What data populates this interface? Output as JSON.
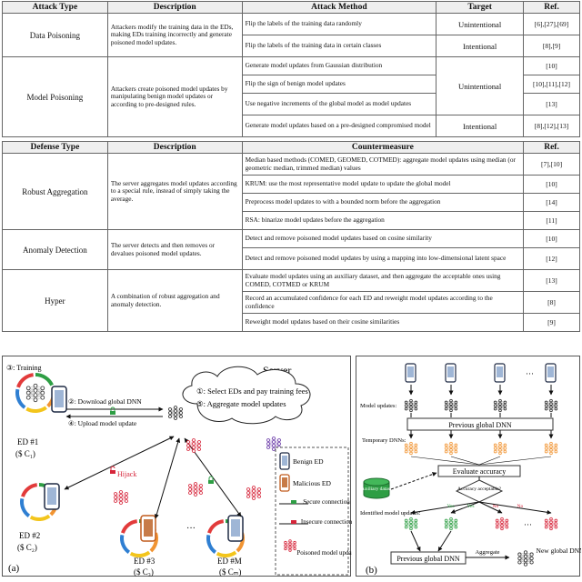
{
  "attack_table": {
    "headers": [
      "Attack Type",
      "Description",
      "Attack Method",
      "Target",
      "Ref."
    ],
    "groups": [
      {
        "type": "Data Poisoning",
        "description": "Attackers modify the training data in the EDs, making EDs training incorrectly and generate poisoned model updates.",
        "rows": [
          {
            "method": "Flip the labels of the training data randomly",
            "target": "Unintentional",
            "ref": "[6],[27],[69]"
          },
          {
            "method": "Flip the labels of the training data in certain classes",
            "target": "Intentional",
            "ref": "[8],[9]"
          }
        ]
      },
      {
        "type": "Model Poisoning",
        "description": "Attackers create poisoned model updates by manipulating benign model updates or according to pre-designed rules.",
        "rows": [
          {
            "method": "Generate model updates from Gaussian distribution",
            "target": "Unintentional",
            "ref": "[10]"
          },
          {
            "method": "Flip the sign of benign model updates",
            "target": "",
            "ref": "[10],[11],[12]"
          },
          {
            "method": "Use negative increments of the global model as model updates",
            "target": "",
            "ref": "[13]"
          },
          {
            "method": "Generate model updates based on a pre-designed compromised model",
            "target": "Intentional",
            "ref": "[8],[12],[13]"
          }
        ]
      }
    ]
  },
  "defense_table": {
    "headers": [
      "Defense Type",
      "Description",
      "Countermeasure",
      "Ref."
    ],
    "groups": [
      {
        "type": "Robust Aggregation",
        "description": "The server aggregates model updates according to a special rule, instead of simply taking the average.",
        "rows": [
          {
            "method": "Median based methods (COMED, GEOMED, COTMED): aggregate model updates using median (or geometric median, trimmed median) values",
            "ref": "[7],[10]"
          },
          {
            "method": "KRUM: use the most representative model update to update the global model",
            "ref": "[10]"
          },
          {
            "method": "Preprocess model updates to with a bounded norm before the aggregation",
            "ref": "[14]"
          },
          {
            "method": "RSA: binarize model updates before the aggregation",
            "ref": "[11]"
          }
        ]
      },
      {
        "type": "Anomaly Detection",
        "description": "The server detects and then removes or devalues poisoned model updates.",
        "rows": [
          {
            "method": "Detect and remove poisoned model updates based on cosine similarity",
            "ref": "[10]"
          },
          {
            "method": "Detect and remove poisoned model updates by using a mapping into low-dimensional latent space",
            "ref": "[12]"
          }
        ]
      },
      {
        "type": "Hyper",
        "description": "A combination of robust aggregation and anomaly detection.",
        "rows": [
          {
            "method": "Evaluate model updates using an auxiliary dataset, and then aggregate the acceptable ones using COMED, COTMED or KRUM",
            "ref": "[13]"
          },
          {
            "method": "Record an accumulated confidence for each ED and reweight model updates according to the confidence",
            "ref": "[8]"
          },
          {
            "method": "Reweight model updates based on their cosine similarities",
            "ref": "[9]"
          }
        ]
      }
    ]
  },
  "fig_a": {
    "panel_label": "(a)",
    "server_label": "Server",
    "step1": "①: Select EDs and pay training fees",
    "step5": "⑤: Aggregate model updates",
    "step3": "③: Training",
    "step2": "②: Download global DNN",
    "step4": "④: Upload model update",
    "hijack": "Hijack",
    "ed1": "ED #1",
    "ed1_cost": "($ C₁)",
    "ed2": "ED #2",
    "ed2_cost": "($ C₂)",
    "ed3": "ED #3",
    "ed3_cost": "($ C₃)",
    "edm": "ED #M",
    "edm_cost": "($ Cₘ)",
    "dots": "···",
    "legend": {
      "benign": "Benign ED",
      "malicious": "Malicious ED",
      "secure": "Secure connection",
      "insecure": "Insecure connection",
      "poisoned": "Poisoned model update"
    }
  },
  "fig_b": {
    "panel_label": "(b)",
    "model_updates": "Model updates:",
    "previous_dnn": "Previous global DNN",
    "temporary": "Temporary DNNs:",
    "evaluate": "Evaluate accuracy",
    "auxiliary": "Auxiliary dataset",
    "accuracy_q": "Accuracy acceptable?",
    "yes": "Yes",
    "no": "No",
    "identified": "Identified model updates:",
    "previous_dnn2": "Previous global DNN",
    "aggregate": "Aggregate",
    "new_dnn": "New global DNN",
    "dots": "···"
  },
  "colors": {
    "benign_edge": "#1f2a44",
    "malicious_edge": "#c05a1c",
    "poison": "#d6253a",
    "neuron_dark": "#2b2b2b",
    "green": "#2e9e44",
    "orange": "#f19432",
    "yellow": "#f3c51c",
    "blue": "#2f7fd2",
    "red": "#e23b3b"
  }
}
